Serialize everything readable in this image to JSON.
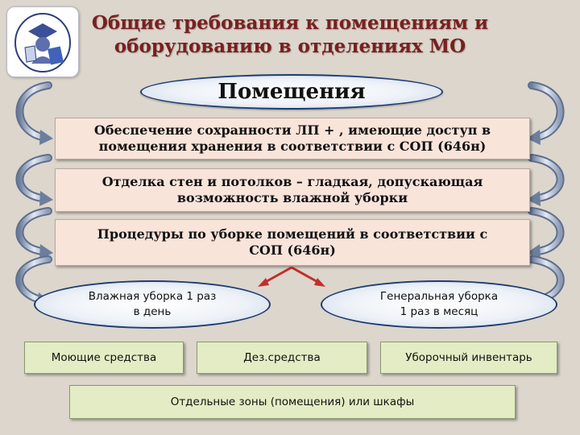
{
  "slide": {
    "title_lines": [
      "Общие требования к помещениям и",
      "оборудованию  в отделениях МО"
    ],
    "header": "Помещения",
    "boxes": [
      {
        "lines": [
          "Обеспечение сохранности ЛП + , имеющие доступ в",
          "помещения хранения в соответствии с СОП (646н)"
        ]
      },
      {
        "lines": [
          "Отделка стен и потолков – гладкая, допускающая",
          "возможность влажной уборки"
        ]
      },
      {
        "lines": [
          "Процедуры по уборке помещений в соответствии с",
          "СОП (646н)"
        ]
      }
    ],
    "cleaning": [
      {
        "lines": [
          "Влажная уборка 1 раз",
          "в день"
        ]
      },
      {
        "lines": [
          "Генеральная  уборка",
          "1 раз в месяц"
        ]
      }
    ],
    "supplies": [
      "Моющие средства",
      "Дез.средства",
      "Уборочный инвентарь"
    ],
    "zones": "Отдельные зоны (помещения) или шкафы"
  },
  "colors": {
    "background": "#dcd6cc",
    "title": "#7a1f1f",
    "box_fill": "#f9e4da",
    "oval_border": "#1d3d73",
    "green_fill": "#e3ecc4",
    "split_arrow": "#c0302a",
    "side_arrow": "#8c9bb4"
  },
  "icons": [
    "logo-emblem-icon",
    "curved-arrow-icon",
    "split-arrow-icon"
  ]
}
